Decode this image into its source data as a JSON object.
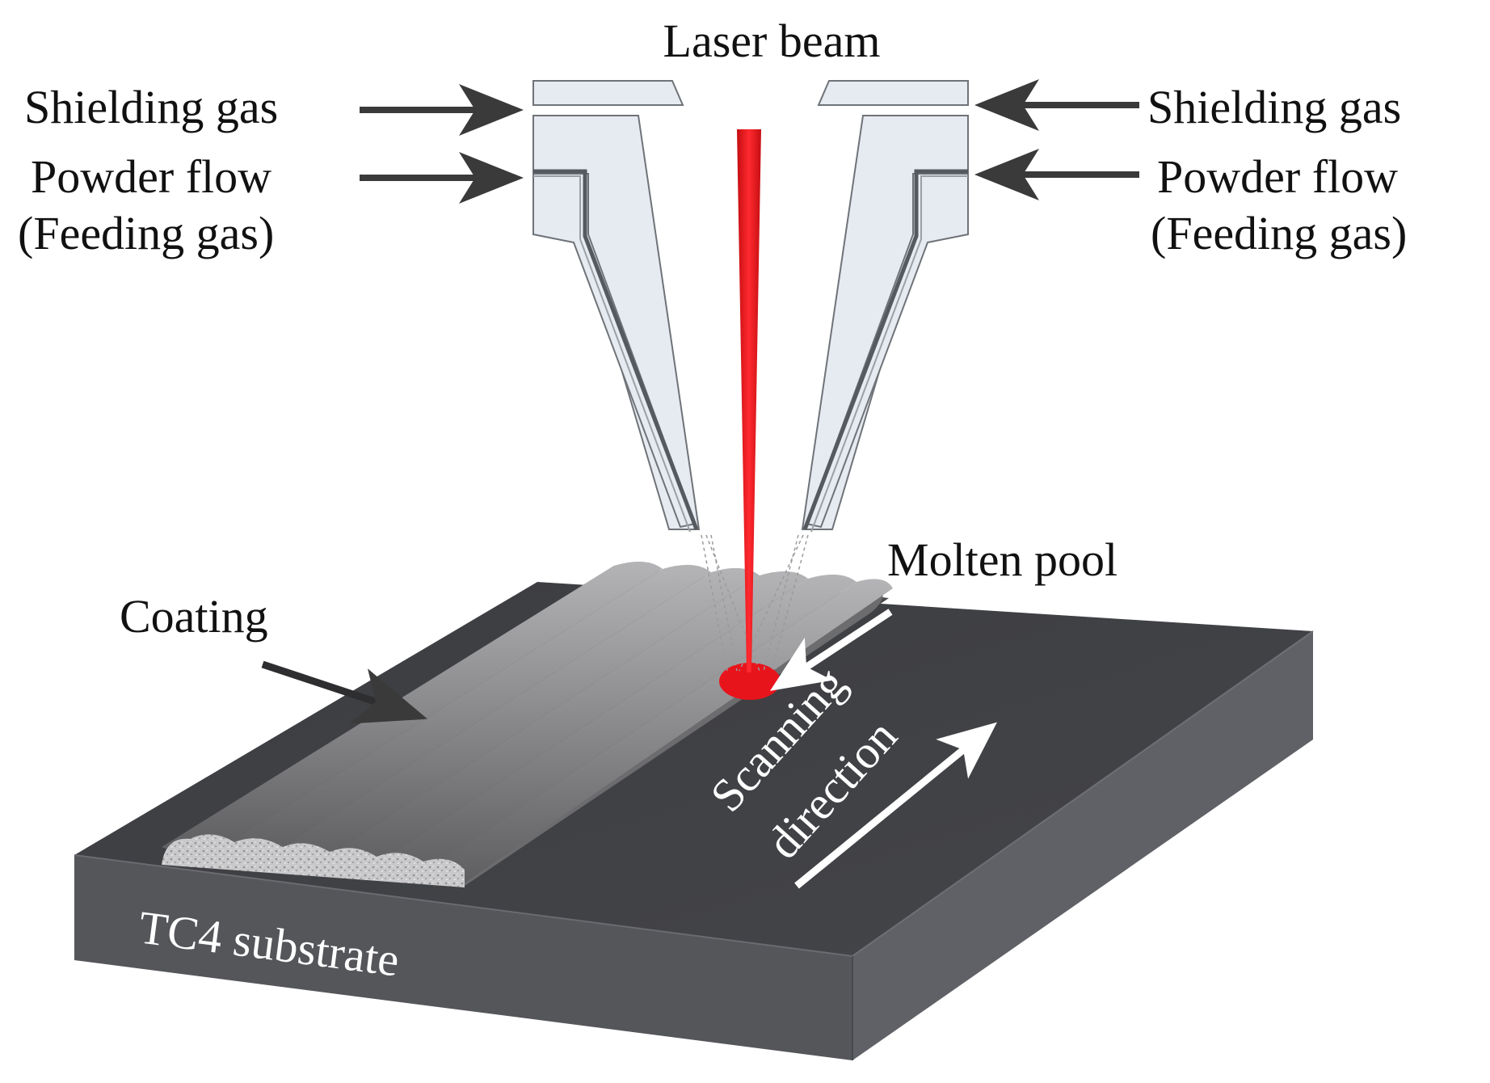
{
  "labels": {
    "laser_beam": "Laser beam",
    "shielding_gas_left": "Shielding gas",
    "shielding_gas_right": "Shielding gas",
    "powder_flow_left": "Powder flow",
    "powder_flow_right": "Powder flow",
    "feeding_gas_left": "(Feeding gas)",
    "feeding_gas_right": "(Feeding gas)",
    "molten_pool": "Molten pool",
    "coating": "Coating",
    "scanning": "Scanning",
    "direction": "direction",
    "substrate": "TC4 substrate"
  },
  "colors": {
    "laser": "#e8141b",
    "nozzle_fill": "#e6ebf2",
    "nozzle_stroke": "#6f7378",
    "substrate_top": "#3f4044",
    "substrate_front": "#55565a",
    "substrate_side": "#5f6065",
    "coating_bead": "#8a8a8c",
    "arrow_dark": "#3a3a3a",
    "arrow_light": "#ffffff"
  }
}
